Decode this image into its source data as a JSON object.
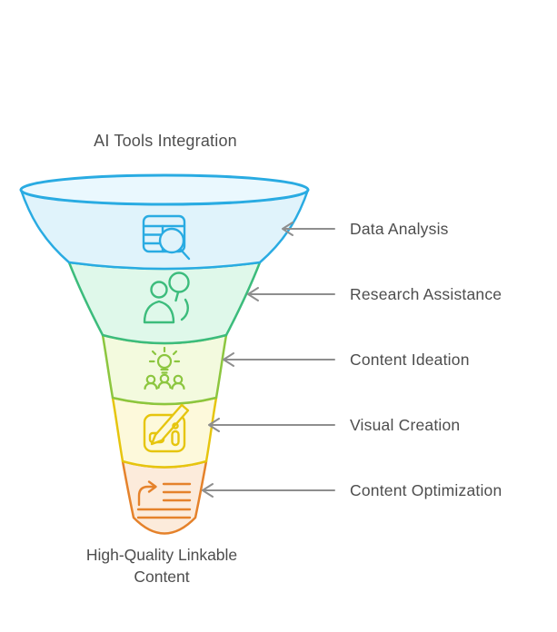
{
  "title": "AI Tools Integration",
  "bottom_label": "High-Quality Linkable Content",
  "stages": [
    {
      "label": "Data Analysis",
      "icon": "table-search-icon",
      "fill": "#E0F3FB",
      "stroke": "#29ABE2"
    },
    {
      "label": "Research Assistance",
      "icon": "person-magnifier-icon",
      "fill": "#DFF8EA",
      "stroke": "#3CBC7C"
    },
    {
      "label": "Content Ideation",
      "icon": "lightbulb-team-icon",
      "fill": "#F3FADE",
      "stroke": "#8CC63F"
    },
    {
      "label": "Visual Creation",
      "icon": "design-edit-icon",
      "fill": "#FDF9DB",
      "stroke": "#E6C50E"
    },
    {
      "label": "Content Optimization",
      "icon": "arrow-list-icon",
      "fill": "#FCEBDB",
      "stroke": "#E5822B"
    }
  ],
  "colors": {
    "background": "#FFFFFF",
    "funnel_top_fill": "#EAF8FE",
    "connector_arrow": "#8E8E8E",
    "text": "#4D4D4D"
  }
}
